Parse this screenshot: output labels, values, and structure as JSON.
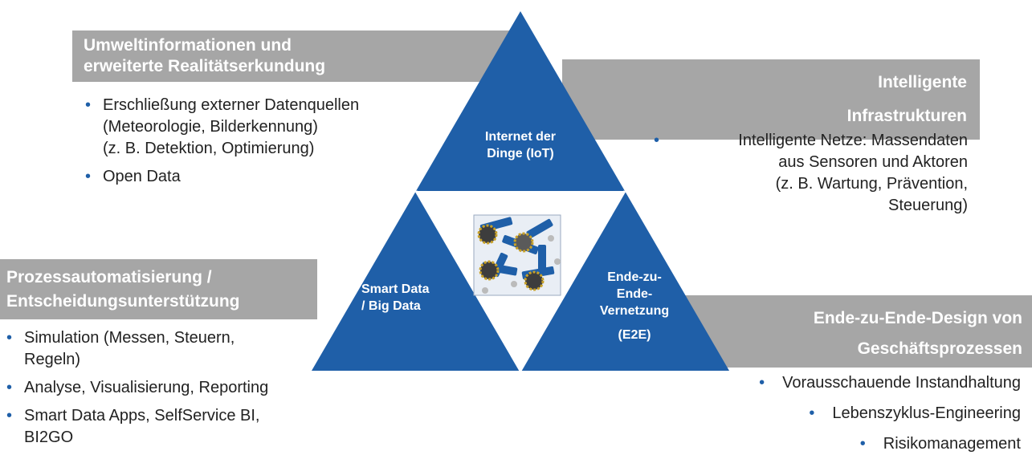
{
  "colors": {
    "triangle": "#1f5fa8",
    "banner": "#a6a6a6",
    "bullet": "#1f5fa8"
  },
  "triangles": {
    "top": {
      "line1": "Internet der",
      "line2": "Dinge (IoT)"
    },
    "left": {
      "line1": "Smart Data",
      "line2": "/ Big Data"
    },
    "right": {
      "line1": "Ende-zu-",
      "line2": "Ende-",
      "line3": "Vernetzung",
      "line4": "(E2E)"
    }
  },
  "center_icon": "gears-network-icon",
  "top_left": {
    "banner": {
      "line1": "Umweltinformationen und",
      "line2": "erweiterte Realitätserkundung"
    },
    "bullets": [
      {
        "lines": [
          "Erschließung externer Datenquellen",
          "(Meteorologie, Bilderkennung)",
          "(z. B. Detektion, Optimierung)"
        ]
      },
      {
        "lines": [
          "Open Data"
        ]
      }
    ]
  },
  "top_right": {
    "banner": {
      "line1": "Intelligente",
      "line2": "Infrastrukturen"
    },
    "bullets": [
      {
        "lines": [
          "Intelligente Netze: Massendaten",
          "aus Sensoren und Aktoren",
          "(z. B. Wartung, Prävention,",
          "Steuerung)"
        ]
      }
    ]
  },
  "bottom_left": {
    "banner": {
      "line1": "Prozessautomatisierung /",
      "line2": "Entscheidungsunterstützung"
    },
    "bullets": [
      {
        "lines": [
          "Simulation (Messen, Steuern,",
          "Regeln)"
        ]
      },
      {
        "lines": [
          "Analyse, Visualisierung, Reporting"
        ]
      },
      {
        "lines": [
          "Smart Data Apps, SelfService BI,",
          "BI2GO"
        ]
      }
    ]
  },
  "bottom_right": {
    "banner": {
      "line1": "Ende-zu-Ende-Design von",
      "line2": "Geschäftsprozessen"
    },
    "bullets": [
      {
        "text": "Vorausschauende Instandhaltung"
      },
      {
        "text": "Lebenszyklus-Engineering"
      },
      {
        "text": "Risikomanagement"
      }
    ]
  }
}
